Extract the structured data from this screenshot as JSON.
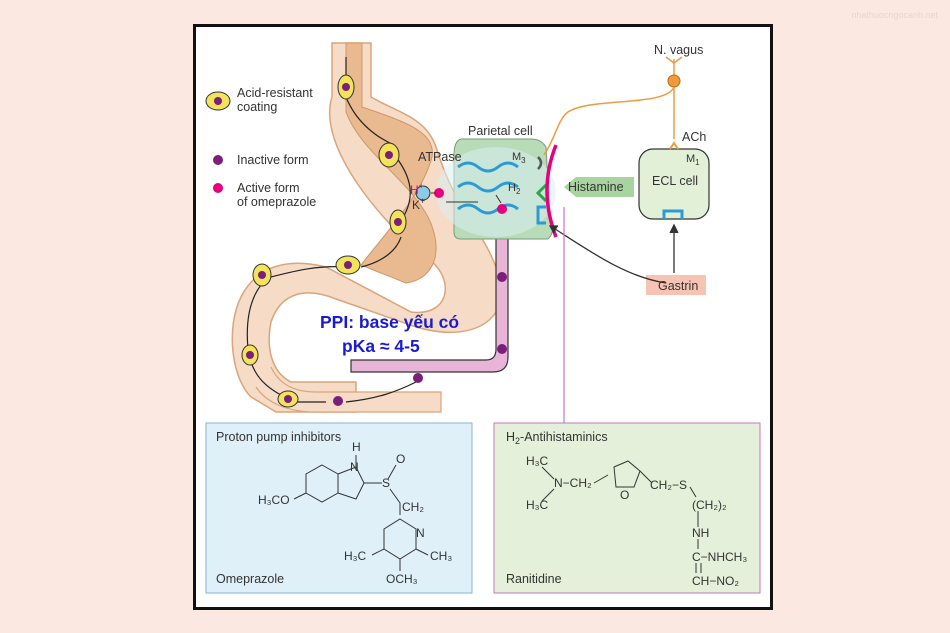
{
  "watermark": "nhathuocngocanh.net",
  "legend": {
    "acid_resistant_line1": "Acid-resistant",
    "acid_resistant_line2": "coating",
    "inactive_form": "Inactive form",
    "active_form_line1": "Active form",
    "active_form_line2": "of omeprazole"
  },
  "labels": {
    "n_vagus": "N. vagus",
    "ach": "ACh",
    "m1": "M",
    "m1_sub": "1",
    "parietal_cell": "Parietal cell",
    "atpase": "ATPase",
    "m3": "M",
    "m3_sub": "3",
    "h_plus": "H",
    "k_plus": "K",
    "plus": "+",
    "h2": "H",
    "h2_sub": "2",
    "histamine": "Histamine",
    "ecl_cell": "ECL cell",
    "gastrin": "Gastrin"
  },
  "annotation": {
    "line1": "PPI: base yếu có",
    "line2": "pKa ≈ 4-5"
  },
  "ppi_box": {
    "title": "Proton pump inhibitors",
    "drug": "Omeprazole",
    "atoms": {
      "h": "H",
      "n_top": "N",
      "s": "S",
      "o": "O",
      "h3co": "H₃CO",
      "ch2": "CH₂",
      "n_ring": "N",
      "h3c_left": "H₃C",
      "ch3_right": "CH₃",
      "och3": "OCH₃"
    }
  },
  "h2_box": {
    "title_prefix": "H",
    "title_sub": "2",
    "title_suffix": "-Antihistaminics",
    "drug": "Ranitidine",
    "atoms": {
      "h3c_top": "H₃C",
      "n_ch2": "N−CH₂",
      "h3c_bottom": "H₃C",
      "o": "O",
      "ch2_s": "CH₂−S",
      "ch2_2": "(CH₂)₂",
      "nh": "NH",
      "c_nhch3": "C−NHCH₃",
      "ch_no2": "CH−NO₂"
    }
  },
  "colors": {
    "background": "#fbe9e1",
    "stomach_fill": "#e9b98f",
    "stomach_tube": "#f6dbc6",
    "parietal_fill": "#b9dcb8",
    "ecl_fill": "#e2f0d8",
    "ppi_box": "#dff0f8",
    "h2_box": "#e4f0d9",
    "gastrin_box": "#f7c3b4",
    "annotation": "#1a1ad0",
    "magenta": "#e6007e",
    "purple": "#7b1f7a",
    "coating": "#f2e35a",
    "vessel": "#e8b4d8"
  }
}
